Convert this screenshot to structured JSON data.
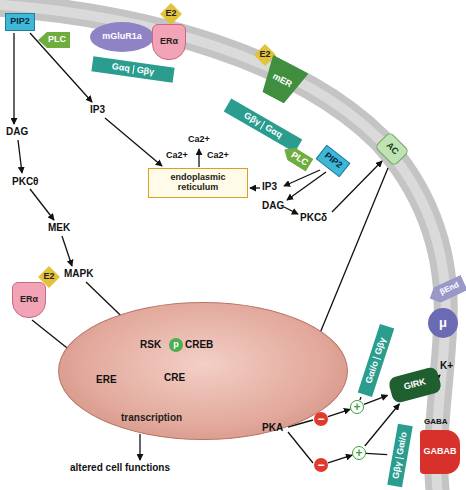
{
  "diagram": {
    "nodes": [
      {
        "text": [
          "PIP2"
        ]
      },
      {
        "text": [
          "PLC"
        ]
      },
      {
        "text": [
          "mGluR1a"
        ]
      },
      {
        "text": [
          "E2"
        ]
      },
      {
        "text": [
          "ERα"
        ]
      },
      {
        "text": [
          "Gαq",
          "Gβγ"
        ]
      },
      {
        "text": [
          "E2"
        ]
      },
      {
        "text": [
          "mER"
        ]
      },
      {
        "text": [
          "Gβγ",
          "Gαq"
        ]
      },
      {
        "text": [
          "PLC"
        ]
      },
      {
        "text": [
          "PIP2"
        ]
      },
      {
        "text": [
          "AC"
        ]
      },
      {
        "text": [
          "endoplasmic reticulum"
        ]
      },
      {
        "text": [
          "μ"
        ]
      },
      {
        "text": [
          "βEnd"
        ]
      },
      {
        "text": [
          "Gαi/o",
          "Gβγ"
        ]
      },
      {
        "text": [
          "GIRK"
        ]
      },
      {
        "text": [
          "GABAB"
        ]
      },
      {
        "text": [
          "Gβγ",
          "Gαi/o"
        ]
      },
      {
        "text": [
          "E2"
        ]
      },
      {
        "text": [
          "ERα"
        ]
      },
      {
        "text": [
          "transcription"
        ]
      },
      {
        "text": [
          "p"
        ],
        "in": 21
      },
      {
        "text": [
          "−"
        ]
      },
      {
        "text": [
          "+"
        ]
      },
      {
        "text": [
          "−"
        ]
      },
      {
        "text": [
          "+"
        ]
      }
    ],
    "edges": [
      {
        "from": 23,
        "to": 24,
        "arrow": "to"
      },
      {
        "from": 24,
        "to": 16,
        "arrow": "to"
      },
      {
        "from": 15,
        "to": 24,
        "arrow": "none"
      },
      {
        "from": 25,
        "to": 26,
        "arrow": "to"
      },
      {
        "from": 26,
        "to": 16,
        "arrow": "to"
      },
      {
        "from": 18,
        "to": 26,
        "arrow": "none"
      }
    ],
    "labels": [
      "DAG",
      "IP3",
      "PKCθ",
      "MEK",
      "MAPK",
      "Ca2+",
      "Ca2+",
      "Ca2+",
      "IP3",
      "DAG",
      "PKCδ",
      "RSK",
      "CREB",
      "ERE",
      "CRE",
      "PKA",
      "K+",
      "GABA",
      "altered cell functions"
    ]
  }
}
